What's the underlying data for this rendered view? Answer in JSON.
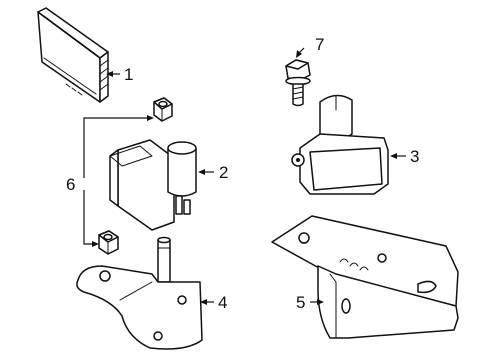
{
  "callouts": {
    "c1": "1",
    "c2": "2",
    "c3": "3",
    "c4": "4",
    "c5": "5",
    "c6": "6",
    "c7": "7"
  },
  "icons": {
    "part1": "control-module-icon",
    "part2": "impact-sensor-icon",
    "part3": "impact-sensor-icon",
    "part4": "mounting-bracket-icon",
    "part5": "mounting-bracket-icon",
    "part6": "hex-nut-icon",
    "part7": "flange-bolt-icon"
  }
}
